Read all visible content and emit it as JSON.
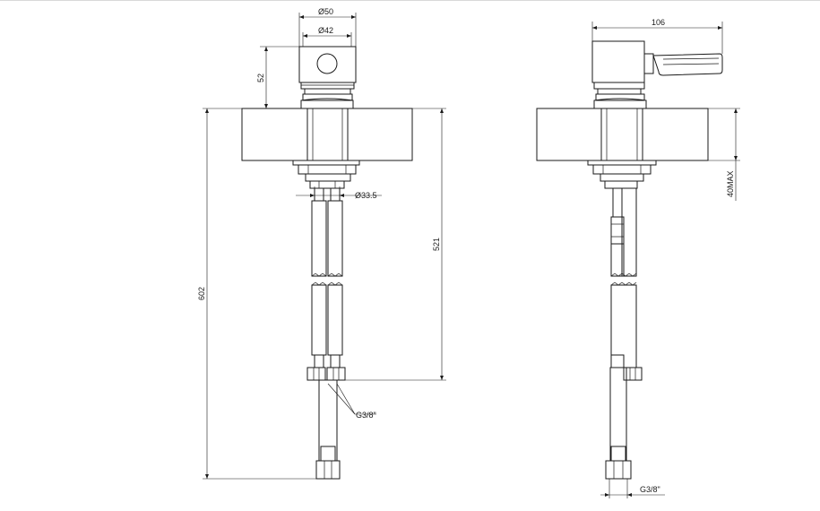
{
  "dimensions": {
    "front": {
      "outer_diameter": "Ø50",
      "inner_diameter": "Ø42",
      "handle_height": "52",
      "hose_spacing": "Ø33.5",
      "body_length": "521",
      "total_length": "602",
      "thread": "G3/8\""
    },
    "side": {
      "width": "106",
      "max_thickness": "40MAX",
      "thread": "G3/8\""
    }
  }
}
